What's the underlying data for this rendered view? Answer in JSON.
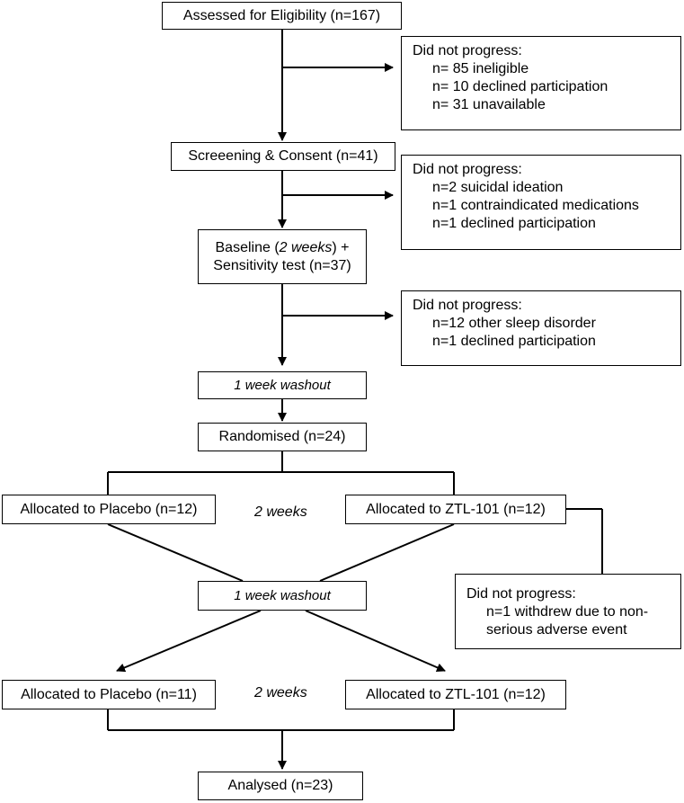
{
  "boxes": {
    "assessed": "Assessed for Eligibility (n=167)",
    "excl1": {
      "title": "Did not progress:",
      "items": [
        "n= 85 ineligible",
        "n= 10 declined participation",
        "n= 31 unavailable"
      ]
    },
    "screening": "Screeening & Consent (n=41)",
    "excl2": {
      "title": "Did not progress:",
      "items": [
        "n=2 suicidal ideation",
        "n=1 contraindicated medications",
        "n=1 declined participation"
      ]
    },
    "baseline": {
      "pre": "Baseline (",
      "italic": "2 weeks",
      "post": ") +",
      "line2": "Sensitivity test (n=37)"
    },
    "excl3": {
      "title": "Did not progress:",
      "items": [
        "n=12 other sleep disorder",
        "n=1 declined participation"
      ]
    },
    "washout1": "1 week washout",
    "randomised": "Randomised (n=24)",
    "placebo1": "Allocated to Placebo (n=12)",
    "ztl1": "Allocated to ZTL-101 (n=12)",
    "period1": "2 weeks",
    "washout2": "1 week washout",
    "excl4": {
      "title": "Did not progress:",
      "items": [
        "n=1 withdrew due to non-",
        "serious adverse event"
      ]
    },
    "placebo2": "Allocated to Placebo (n=11)",
    "ztl2": "Allocated to ZTL-101 (n=12)",
    "period2": "2 weeks",
    "analysed": "Analysed (n=23)"
  }
}
